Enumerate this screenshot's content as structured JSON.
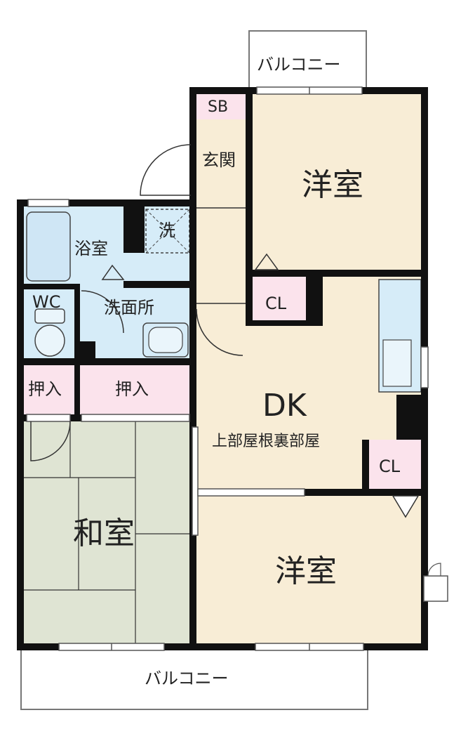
{
  "rooms": {
    "balcony_top": "バルコニー",
    "sb": "SB",
    "entrance": "玄関",
    "western_top": "洋室",
    "bath": "浴室",
    "laundry": "洗",
    "washroom": "洗面所",
    "wc": "WC",
    "closet_top": "CL",
    "dk": "DK",
    "dk_sub": "上部屋根裏部屋",
    "oshiire_left": "押入",
    "oshiire_right": "押入",
    "closet_right": "CL",
    "japanese": "和室",
    "western_bottom": "洋室",
    "balcony_bottom": "バルコニー"
  },
  "colors": {
    "wall": "#111111",
    "western_floor": "#f8edd6",
    "tatami": "#dfe4d3",
    "wet_area": "#d6ecf8",
    "closet": "#fbe3ec",
    "outline": "#666666"
  }
}
